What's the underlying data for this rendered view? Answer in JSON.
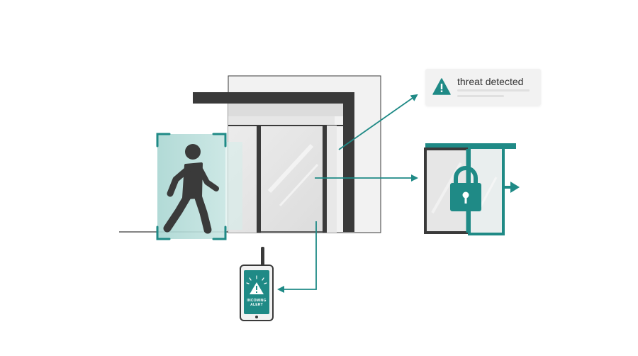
{
  "alert_card": {
    "title": "threat detected",
    "icon": "warning-icon"
  },
  "phone": {
    "alert_line1": "INCOMING",
    "alert_line2": "ALERT",
    "icon": "warning-icon"
  },
  "colors": {
    "teal": "#1f8a86",
    "dark": "#3a3a3a",
    "light_panel": "#f0f0f0",
    "glass": "#e6e6e6"
  }
}
